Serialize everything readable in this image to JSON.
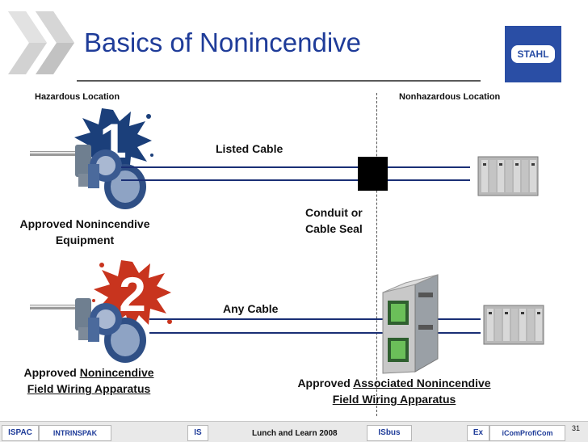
{
  "slide": {
    "title": "Basics of Nonincendive",
    "page_number": "31",
    "footer": "Lunch and Learn 2008"
  },
  "logo": {
    "text": "STAHL"
  },
  "locations": {
    "hazardous": "Hazardous Location",
    "nonhazardous": "Nonhazardous Location"
  },
  "scenario_1": {
    "badge": "1",
    "cable_label": "Listed Cable",
    "seal_label_line1": "Conduit or",
    "seal_label_line2": "Cable Seal",
    "equipment_line1": "Approved Nonincendive",
    "equipment_line2": "Equipment"
  },
  "scenario_2": {
    "badge": "2",
    "cable_label": "Any Cable",
    "left_prefix": "Approved ",
    "left_underlined": "Nonincendive",
    "left_line2": "Field Wiring Apparatus",
    "right_prefix": "Approved ",
    "right_underlined": "Associated Nonincendive",
    "right_line2": "Field Wiring Apparatus"
  },
  "footer_logos": [
    "ISPAC",
    "INTRINSPAK",
    "IS",
    "ISbus",
    "Ex",
    "iComProfiCom"
  ],
  "colors": {
    "title": "#1f3c99",
    "cable": "#1a2f75",
    "badge_1": "#1b3f7a",
    "badge_2": "#c8341e",
    "chevron": "#c9c9c9",
    "logo": "#1f3c99"
  }
}
